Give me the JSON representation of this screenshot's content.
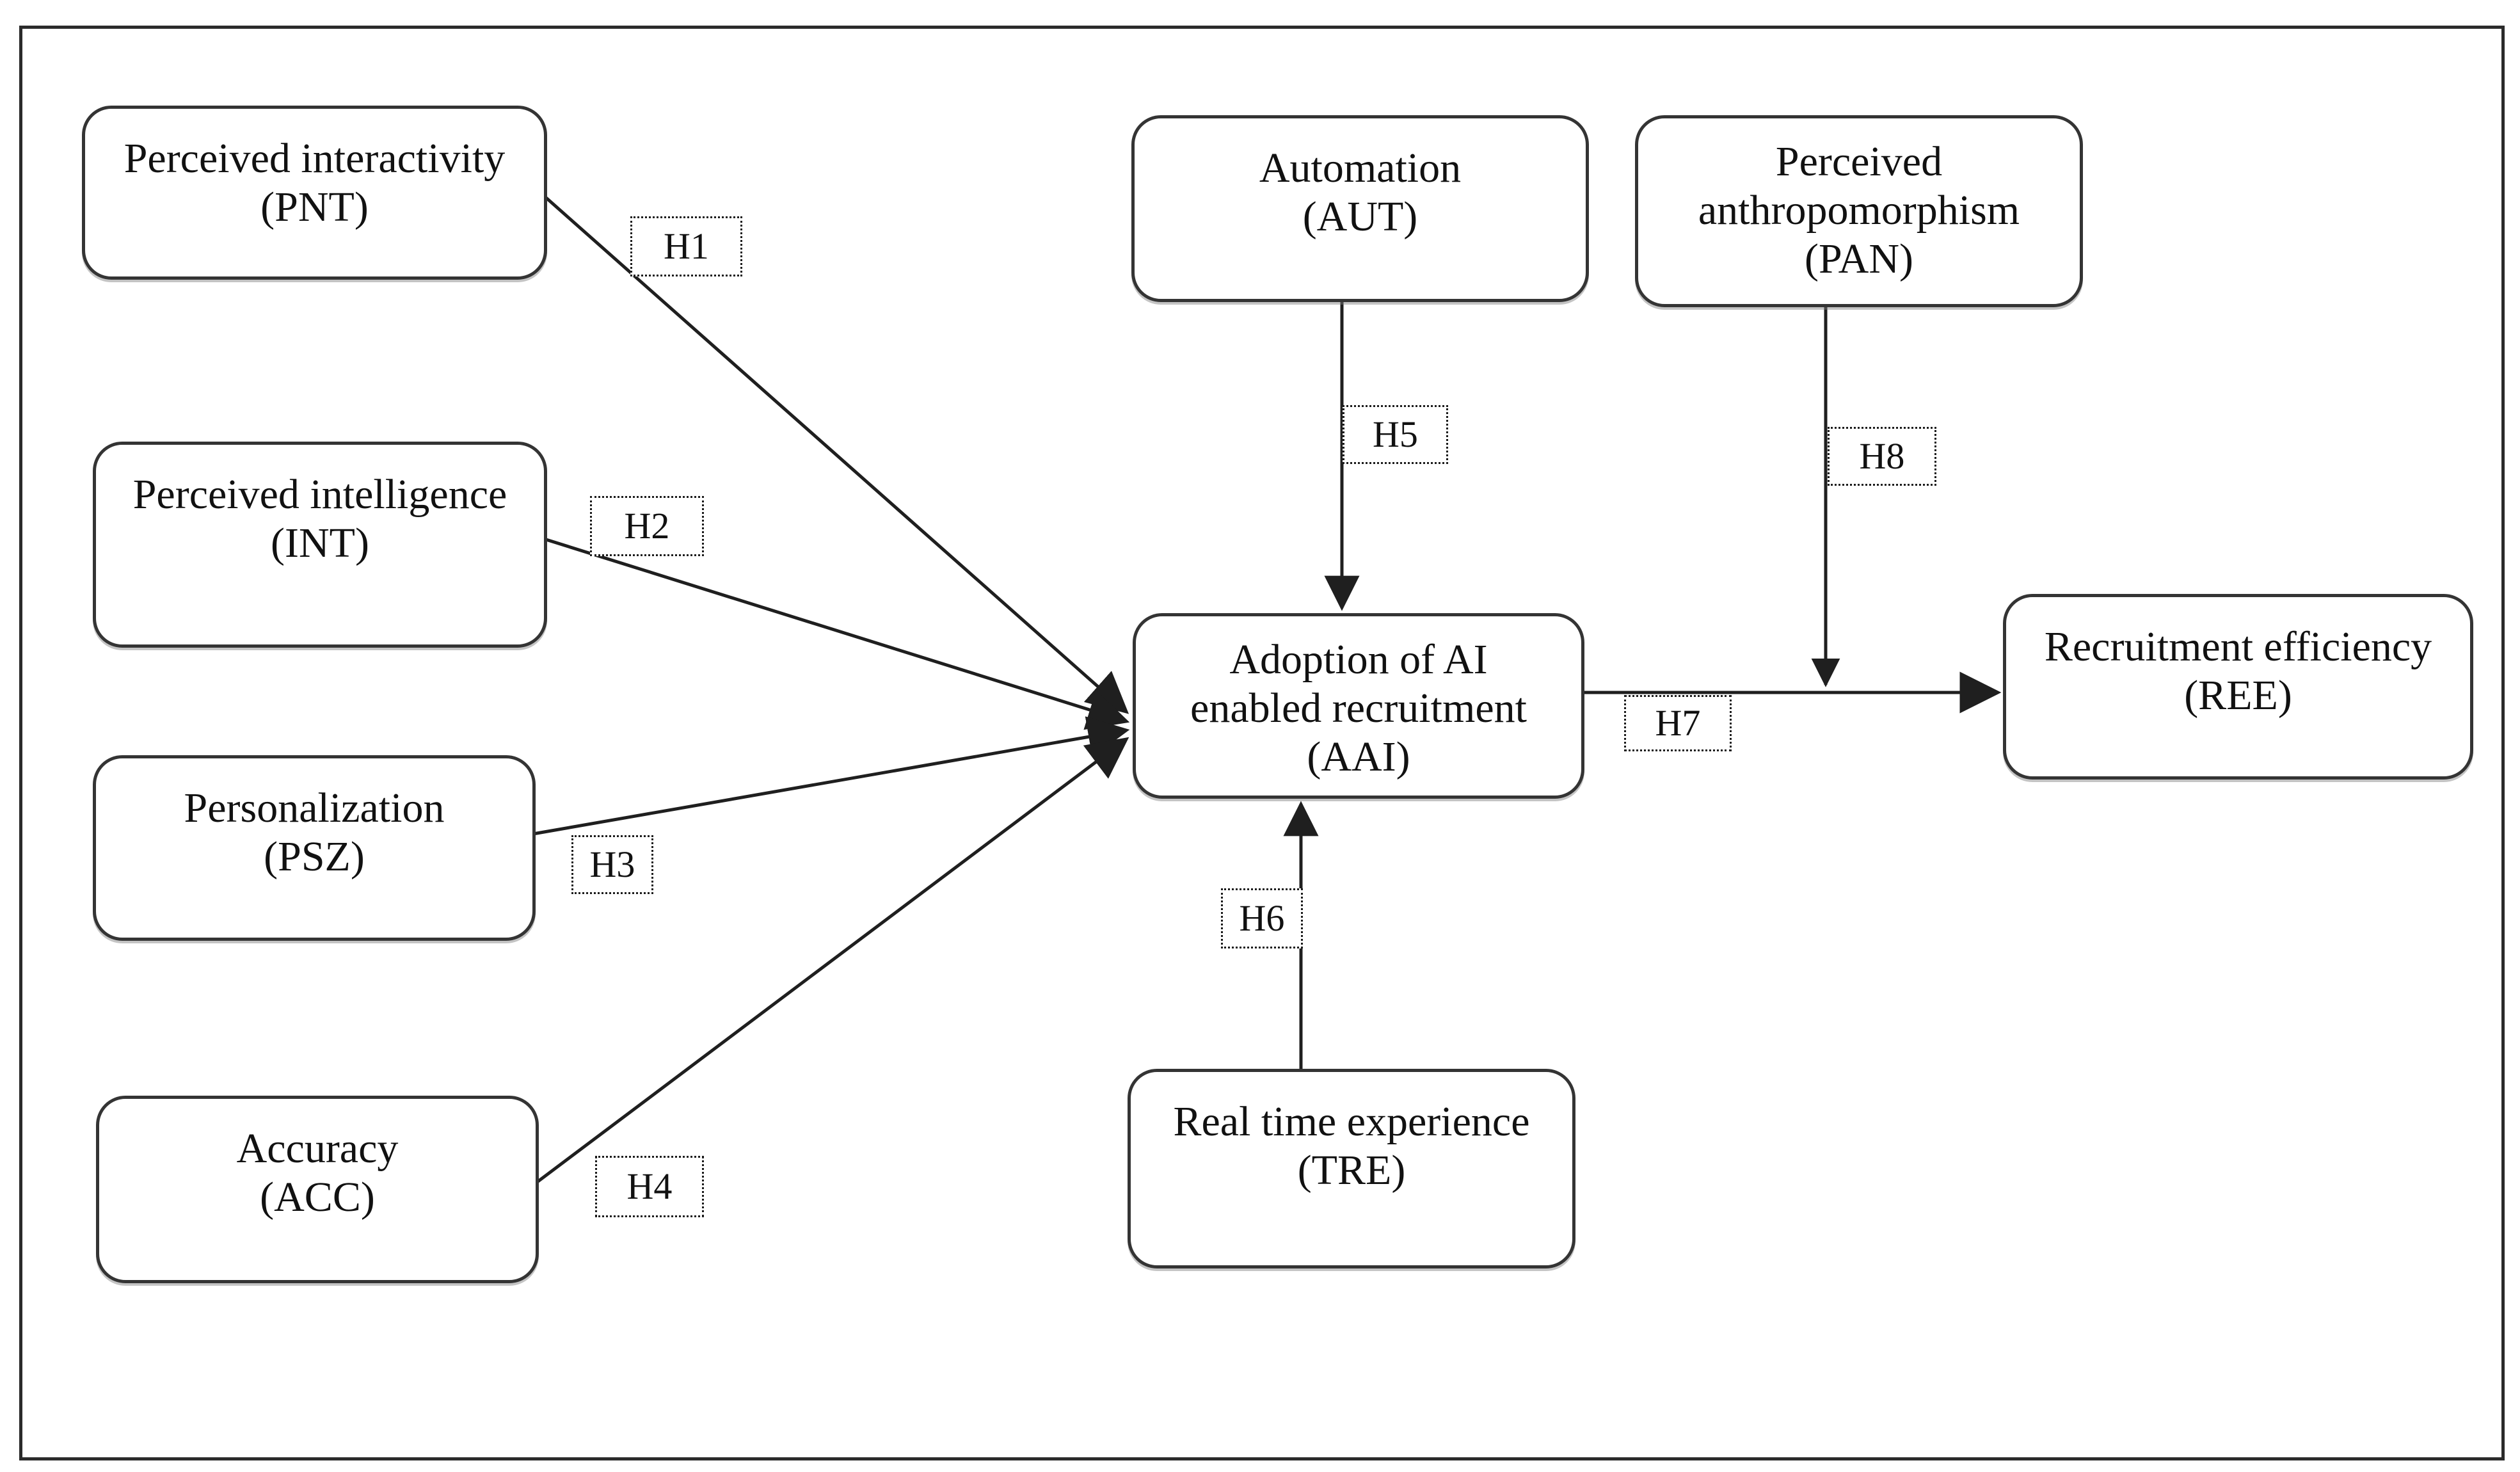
{
  "figure": {
    "type": "conceptual-research-model",
    "description": "Path model of antecedents of AI enabled recruitment adoption and recruitment efficiency"
  },
  "colors": {
    "ink": "#111111",
    "line": "#1f1f1f",
    "paper": "#ffffff",
    "box-border": "#343434"
  },
  "nodes": {
    "pnt": {
      "lines": [
        "Perceived interactivity",
        "(PNT)"
      ]
    },
    "int": {
      "lines": [
        "Perceived intelligence",
        "(INT)"
      ]
    },
    "psz": {
      "lines": [
        "Personalization",
        "(PSZ)"
      ]
    },
    "acc": {
      "lines": [
        "Accuracy",
        "(ACC)"
      ]
    },
    "aut": {
      "lines": [
        "Automation",
        "(AUT)"
      ]
    },
    "pan": {
      "lines": [
        "Perceived",
        "anthropomorphism",
        "(PAN)"
      ]
    },
    "aai": {
      "lines": [
        "Adoption of AI",
        "enabled recruitment",
        "(AAI)"
      ]
    },
    "tre": {
      "lines": [
        "Real time experience",
        "(TRE)"
      ]
    },
    "ree": {
      "lines": [
        "Recruitment efficiency",
        "(REE)"
      ]
    }
  },
  "hypotheses": {
    "h1": "H1",
    "h2": "H2",
    "h3": "H3",
    "h4": "H4",
    "h5": "H5",
    "h6": "H6",
    "h7": "H7",
    "h8": "H8"
  },
  "edges": [
    {
      "label": "H1",
      "from": "Perceived interactivity (PNT)",
      "to": "Adoption of AI enabled recruitment (AAI)"
    },
    {
      "label": "H2",
      "from": "Perceived intelligence (INT)",
      "to": "Adoption of AI enabled recruitment (AAI)"
    },
    {
      "label": "H3",
      "from": "Personalization (PSZ)",
      "to": "Adoption of AI enabled recruitment (AAI)"
    },
    {
      "label": "H4",
      "from": "Accuracy (ACC)",
      "to": "Adoption of AI enabled recruitment (AAI)"
    },
    {
      "label": "H5",
      "from": "Automation (AUT)",
      "to": "Adoption of AI enabled recruitment (AAI)"
    },
    {
      "label": "H6",
      "from": "Real time experience (TRE)",
      "to": "Adoption of AI enabled recruitment (AAI)"
    },
    {
      "label": "H7",
      "from": "Adoption of AI enabled recruitment (AAI)",
      "to": "Recruitment efficiency (REE)"
    },
    {
      "label": "H8",
      "from": "Perceived anthropomorphism (PAN)",
      "to": "H7 path (AAI to REE)"
    }
  ]
}
